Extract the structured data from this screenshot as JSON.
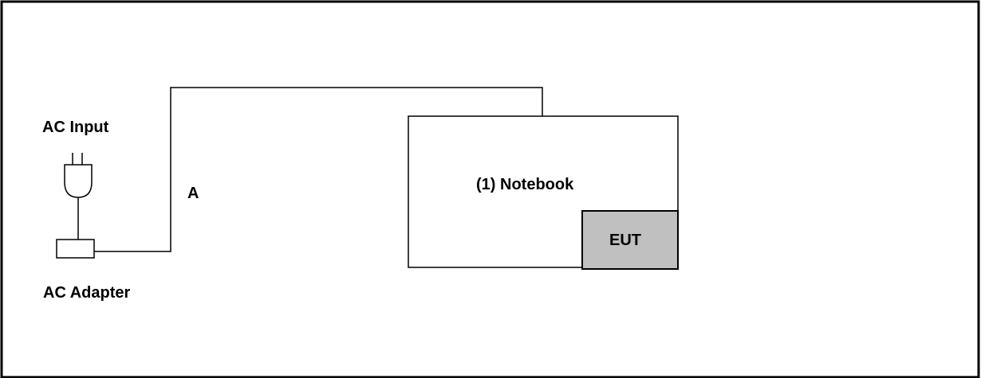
{
  "labels": {
    "ac_input": "AC Input",
    "ac_adapter": "AC Adapter",
    "cable": "A",
    "notebook": "(1) Notebook",
    "eut": "EUT"
  },
  "colors": {
    "line": "#000000",
    "background": "#ffffff",
    "eut_fill": "#c0c0c0"
  }
}
